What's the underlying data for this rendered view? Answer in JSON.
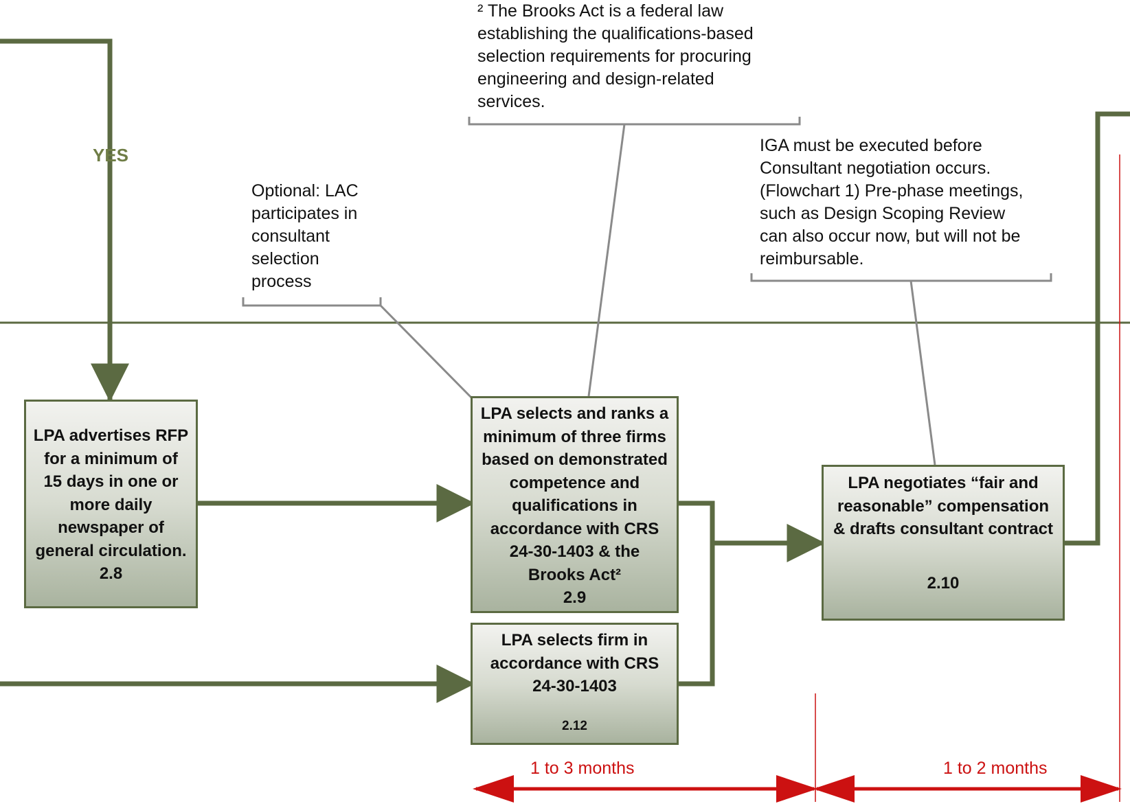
{
  "decision": {
    "yes_label": "YES"
  },
  "notes": {
    "brooks": "² The Brooks Act is a federal law\nestablishing the qualifications-based\nselection requirements for procuring\nengineering and design-related\nservices.",
    "lac": "Optional: LAC\nparticipates in\nconsultant\nselection\nprocess",
    "iga": "IGA must be executed before\nConsultant negotiation occurs.\n(Flowchart 1)  Pre-phase meetings,\nsuch as Design Scoping Review\ncan also occur now, but will not be\nreimbursable."
  },
  "boxes": {
    "advertise": {
      "text": "LPA advertises RFP\nfor a minimum of\n15 days in one or\nmore daily\nnewspaper of\ngeneral circulation.",
      "number": "2.8"
    },
    "select_rank": {
      "text": "LPA selects and ranks a\nminimum of three firms\nbased on demonstrated\ncompetence and\nqualifications in\naccordance with CRS\n24-30-1403 & the\nBrooks Act²",
      "number": "2.9"
    },
    "select_firm": {
      "text": "LPA selects firm  in\naccordance with CRS\n24-30-1403",
      "number": "2.12"
    },
    "negotiate": {
      "text": "LPA negotiates “fair and\nreasonable” compensation\n& drafts consultant contract",
      "number": "2.10"
    }
  },
  "timeline": {
    "phase_1": "1 to 3 months",
    "phase_2": "1 to 2 months"
  },
  "colors": {
    "flow_line": "#5b6a42",
    "callout_line": "#8a8a8a",
    "timeline": "#cc1111",
    "yes_text": "#6f7d46"
  }
}
